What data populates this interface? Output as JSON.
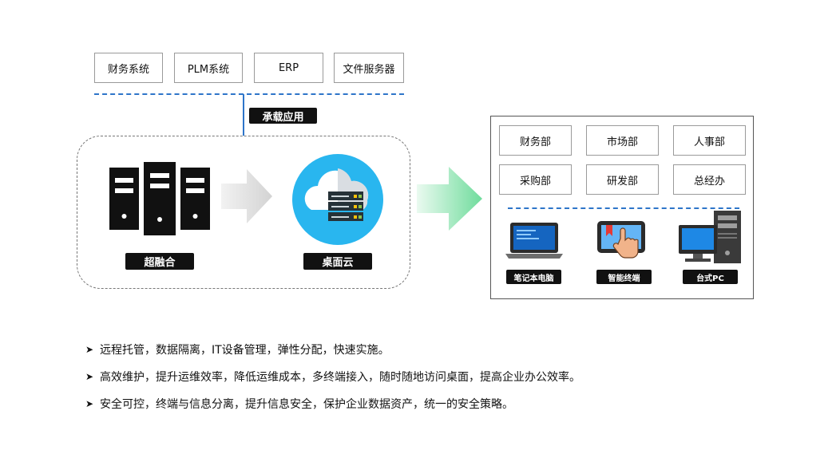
{
  "apps": [
    "财务系统",
    "PLM系统",
    "ERP",
    "文件服务器"
  ],
  "carry_label": "承载应用",
  "left_group": {
    "server_label": "超融合",
    "cloud_label": "桌面云"
  },
  "departments": [
    "财务部",
    "市场部",
    "人事部",
    "采购部",
    "研发部",
    "总经办"
  ],
  "devices": [
    "笔记本电脑",
    "智能终端",
    "台式PC"
  ],
  "bullets": [
    "远程托管，数据隔离，IT设备管理，弹性分配，快速实施。",
    "高效维护，提升运维效率，降低运维成本，多终端接入，随时随地访问桌面，提高企业办公效率。",
    "安全可控，终端与信息分离，提升信息安全，保护企业数据资产，统一的安全策略。"
  ],
  "colors": {
    "accent_blue": "#2e75c9",
    "cloud_blue": "#29b6ef",
    "arrow_green": "#7fe0a6",
    "arrow_gray": "#d9d9d9"
  },
  "icons": [
    "server-rack-icon",
    "cloud-server-icon",
    "laptop-icon",
    "tablet-touch-icon",
    "desktop-pc-icon"
  ]
}
